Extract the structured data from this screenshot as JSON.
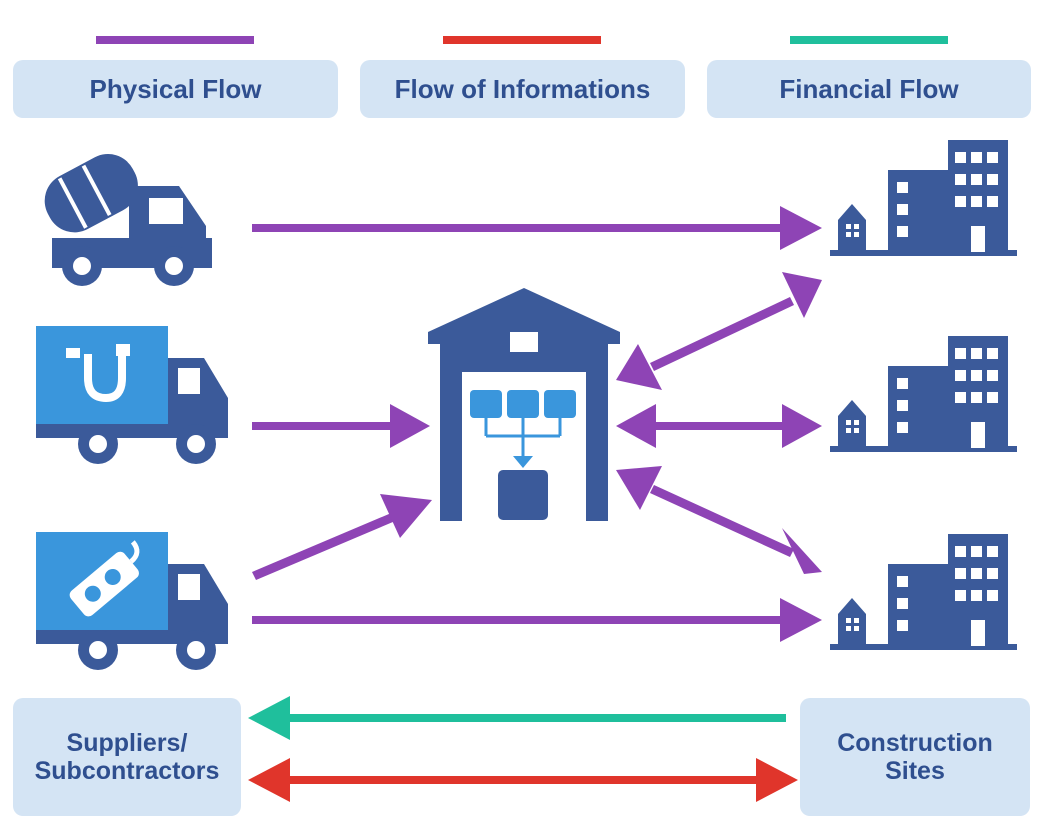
{
  "legend": [
    {
      "label": "Physical Flow",
      "color": "#8e44b5"
    },
    {
      "label": "Flow of Informations",
      "color": "#e0352b"
    },
    {
      "label": "Financial Flow",
      "color": "#1fbf9c"
    }
  ],
  "suppliers_box": {
    "line1": "Suppliers/",
    "line2": "Subcontractors"
  },
  "sites_box": {
    "line1": "Construction",
    "line2": "Sites"
  },
  "colors": {
    "icon_dark": "#3b5a9a",
    "icon_light": "#3a96dc",
    "box_fill": "#d4e4f4",
    "label_text": "#2f4f8f"
  },
  "icons": {
    "supplier_trucks": [
      "cement-mixer-truck-icon",
      "plumbing-truck-icon",
      "electrical-truck-icon"
    ],
    "hub": "warehouse-icon",
    "sites": [
      "buildings-icon",
      "buildings-icon",
      "buildings-icon"
    ]
  }
}
